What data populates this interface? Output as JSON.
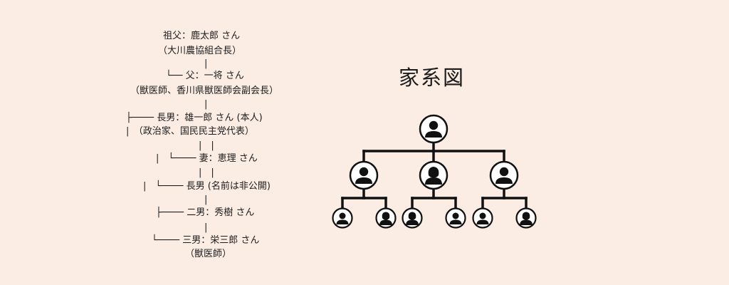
{
  "diagram": {
    "title": "家系図",
    "tree_lines": [
      "祖父：鹿太郎 さん",
      "（大川農協組合長）",
      "|",
      "└── 父：一将 さん",
      "（獣医師、香川県獣医師会副会長）",
      "|",
      "├──── 長男：雄一郎 さん (本人)",
      "|　（政治家、国民民主党代表）",
      "|　|",
      "|　└──── 妻：恵理 さん",
      "|　|",
      "|　└──── 長男 (名前は非公開)",
      "|",
      "├──── 二男：秀樹 さん",
      "|",
      "└──── 三男：栄三郎 さん",
      "（獣医師）"
    ],
    "icon_tree": {
      "root": "male",
      "level2": [
        "male",
        "female",
        "male"
      ],
      "level3": [
        "male",
        "female",
        "female",
        "male",
        "male",
        "female"
      ]
    },
    "colors": {
      "background": "#fcede4",
      "ink": "#111111",
      "avatar_fill": "#ffffff"
    }
  }
}
